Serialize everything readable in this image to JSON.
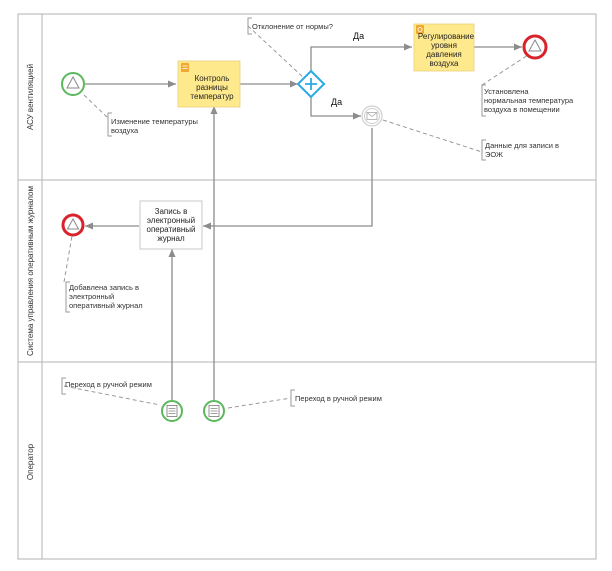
{
  "lanes": [
    {
      "label": "АСУ вентиляцией"
    },
    {
      "label": "Система управления оперативным журналом"
    },
    {
      "label": "Оператор"
    }
  ],
  "tasks": {
    "control": {
      "line1": "Контроль",
      "line2": "разницы",
      "line3": "температур",
      "icon": "table-icon"
    },
    "regulate": {
      "line1": "Регулирование",
      "line2": "уровня",
      "line3": "давления",
      "line4": "воздуха",
      "icon": "gear-icon"
    },
    "journal": {
      "line1": "Запись в",
      "line2": "электронный",
      "line3": "оперативный",
      "line4": "журнал"
    }
  },
  "flow_labels": {
    "yes_top": "Да",
    "yes_bottom": "Да"
  },
  "annotations": {
    "temp_change": {
      "line1": "Изменение температуры",
      "line2": "воздуха"
    },
    "deviation": {
      "line1": "Отклонение от нормы?"
    },
    "normal_temp": {
      "line1": "Установлена",
      "line2": "нормальная температура",
      "line3": "воздуха в помещении"
    },
    "eoj_data": {
      "line1": "Данные для записи в",
      "line2": "ЭОЖ"
    },
    "journal_added": {
      "line1": "Добавлена запись в",
      "line2": "электронный",
      "line3": "оперативный журнал"
    },
    "manual_left": {
      "line1": "Переход в ручной режим"
    },
    "manual_right": {
      "line1": "Переход в ручной режим"
    }
  },
  "colors": {
    "task_fill": "#ffe98d",
    "task_icon": "#f0a830",
    "start_event": "#5cb85c",
    "end_event": "#d9232b",
    "gateway": "#29abe2",
    "flow": "#8c8c8c",
    "lane_border": "#b3b3b3",
    "annotation": "#999999"
  }
}
